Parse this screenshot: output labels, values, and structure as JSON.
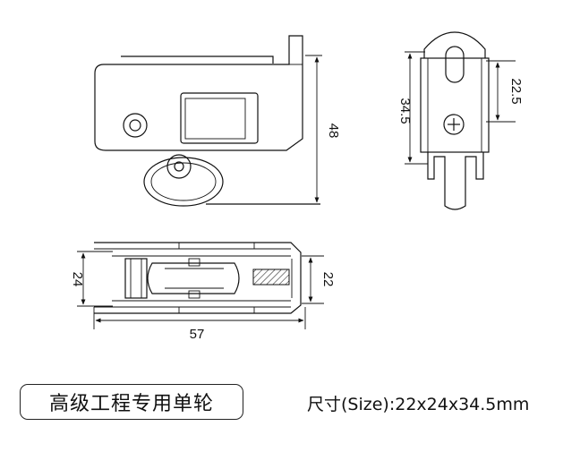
{
  "product": {
    "name": "高级工程专用单轮",
    "spec": "尺寸(Size):22x24x34.5mm"
  },
  "dimensions": {
    "height": "48",
    "end_height": "34.5",
    "end_width": "22.5",
    "bottom_height": "24",
    "bottom_height_inner": "22",
    "bottom_length": "57"
  },
  "views": [
    "side-view",
    "end-view",
    "bottom-view"
  ]
}
